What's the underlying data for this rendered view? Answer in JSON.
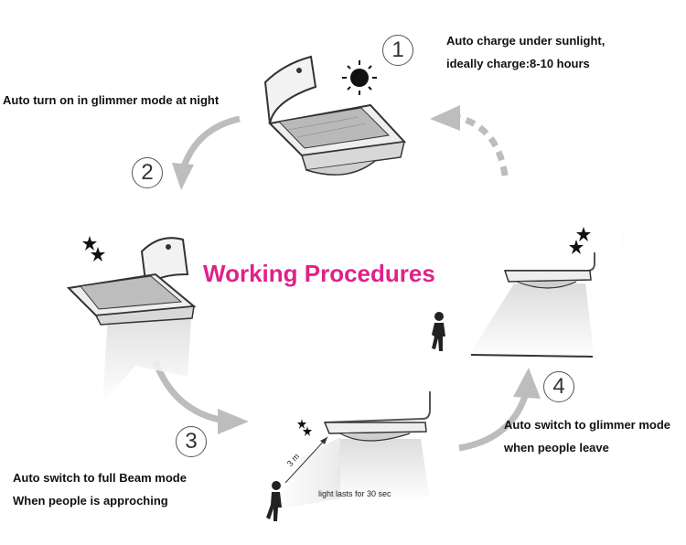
{
  "title": "Working Procedures",
  "steps": [
    {
      "number": "1",
      "lines": [
        "Auto charge under sunlight,",
        "ideally charge:8-10 hours"
      ]
    },
    {
      "number": "2",
      "lines": [
        "Auto turn on in glimmer mode at night"
      ]
    },
    {
      "number": "3",
      "lines": [
        "Auto switch to full Beam mode",
        "When people is approching"
      ]
    },
    {
      "number": "4",
      "lines": [
        "Auto switch to glimmer mode",
        "when people leave"
      ]
    }
  ],
  "labels": {
    "distance": "3 m",
    "duration": "light lasts for 30 sec"
  },
  "icons": [
    "sun-icon",
    "moon-icon",
    "star-icon",
    "person-icon",
    "solar-lamp-icon",
    "arrow-icon"
  ],
  "colors": {
    "title": "#e0218a",
    "arrow": "#bdbdbd",
    "beam_line": "#333333"
  }
}
